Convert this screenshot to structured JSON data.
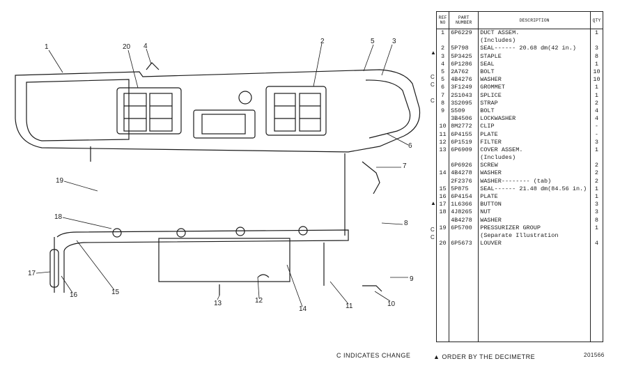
{
  "callouts": [
    {
      "id": "1",
      "label": "1"
    },
    {
      "id": "2",
      "label": "2"
    },
    {
      "id": "3",
      "label": "3"
    },
    {
      "id": "4",
      "label": "4"
    },
    {
      "id": "5",
      "label": "5"
    },
    {
      "id": "6",
      "label": "6"
    },
    {
      "id": "7",
      "label": "7"
    },
    {
      "id": "8",
      "label": "8"
    },
    {
      "id": "9",
      "label": "9"
    },
    {
      "id": "10",
      "label": "10"
    },
    {
      "id": "11",
      "label": "11"
    },
    {
      "id": "12",
      "label": "12"
    },
    {
      "id": "13",
      "label": "13"
    },
    {
      "id": "14",
      "label": "14"
    },
    {
      "id": "15",
      "label": "15"
    },
    {
      "id": "16",
      "label": "16"
    },
    {
      "id": "17",
      "label": "17"
    },
    {
      "id": "18",
      "label": "18"
    },
    {
      "id": "19",
      "label": "19"
    },
    {
      "id": "20",
      "label": "20"
    }
  ],
  "table": {
    "headers": {
      "ref": "REF NO",
      "part": "PART NUMBER",
      "desc": "DESCRIPTION",
      "qty": "QTY"
    },
    "rows": [
      {
        "ref": "1",
        "part": "6P6229",
        "desc": "DUCT ASSEM.",
        "qty": "1"
      },
      {
        "ref": "",
        "part": "",
        "desc": "(Includes)",
        "qty": ""
      },
      {
        "ref": "2",
        "part": "5P798",
        "desc": "SEAL------ 20.68 dm(42 in.)",
        "qty": "3"
      },
      {
        "ref": "3",
        "part": "5P3425",
        "desc": "STAPLE",
        "qty": "8"
      },
      {
        "ref": "4",
        "part": "6P1286",
        "desc": "SEAL",
        "qty": "1"
      },
      {
        "ref": "5",
        "part": "2A762",
        "desc": "BOLT",
        "qty": "10"
      },
      {
        "ref": "5",
        "part": "4B4276",
        "desc": "WASHER",
        "qty": "10"
      },
      {
        "ref": "6",
        "part": "3F1249",
        "desc": "GROMMET",
        "qty": "1"
      },
      {
        "ref": "7",
        "part": "2S1043",
        "desc": "SPLICE",
        "qty": "1"
      },
      {
        "ref": "8",
        "part": "3S2095",
        "desc": "STRAP",
        "qty": "2"
      },
      {
        "ref": "9",
        "part": "S509",
        "desc": "BOLT",
        "qty": "4"
      },
      {
        "ref": "",
        "part": "3B4506",
        "desc": "LOCKWASHER",
        "qty": "4"
      },
      {
        "ref": "10",
        "part": "8M2772",
        "desc": "CLIP",
        "qty": "-"
      },
      {
        "ref": "11",
        "part": "6P4155",
        "desc": "PLATE",
        "qty": "-"
      },
      {
        "ref": "12",
        "part": "6P1519",
        "desc": "FILTER",
        "qty": "3"
      },
      {
        "ref": "13",
        "part": "6P6909",
        "desc": "COVER ASSEM.",
        "qty": "1"
      },
      {
        "ref": "",
        "part": "",
        "desc": "(Includes)",
        "qty": ""
      },
      {
        "ref": "",
        "part": "6P6926",
        "desc": "SCREW",
        "qty": "2"
      },
      {
        "ref": "14",
        "part": "4B4278",
        "desc": "WASHER",
        "qty": "2"
      },
      {
        "ref": "",
        "part": "2F2376",
        "desc": "WASHER-------- (tab)",
        "qty": "2"
      },
      {
        "ref": "15",
        "part": "5P875",
        "desc": "SEAL------ 21.48 dm(84.56 in.)",
        "qty": "1"
      },
      {
        "ref": "16",
        "part": "6P4154",
        "desc": "PLATE",
        "qty": "1"
      },
      {
        "ref": "17",
        "part": "1L6366",
        "desc": "BUTTON",
        "qty": "3"
      },
      {
        "ref": "18",
        "part": "4J8265",
        "desc": "NUT",
        "qty": "3"
      },
      {
        "ref": "",
        "part": "4B4278",
        "desc": "WASHER",
        "qty": "8"
      },
      {
        "ref": "19",
        "part": "6P5700",
        "desc": "PRESSURIZER GROUP",
        "qty": "1"
      },
      {
        "ref": "",
        "part": "",
        "desc": "(Separate Illustration",
        "qty": ""
      },
      {
        "ref": "20",
        "part": "6P5673",
        "desc": "LOUVER",
        "qty": "4"
      }
    ]
  },
  "markers": {
    "triangle": "▲",
    "change": "C"
  },
  "footer": {
    "change_note": "C INDICATES CHANGE",
    "order_note": "▲ ORDER BY THE DECIMETRE",
    "code": "201566"
  }
}
